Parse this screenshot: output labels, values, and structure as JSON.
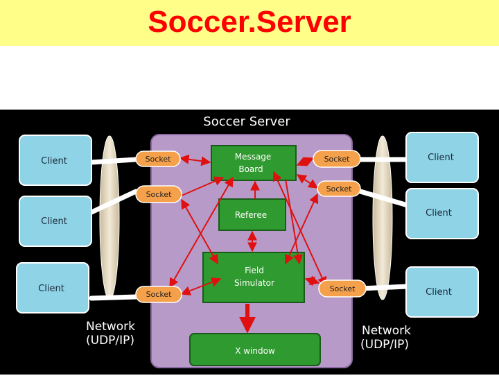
{
  "title": "Soccer.Server",
  "diagram": {
    "server_label": "Soccer Server",
    "clients": [
      "Client",
      "Client",
      "Client",
      "Client",
      "Client",
      "Client"
    ],
    "sockets": [
      "Socket",
      "Socket",
      "Socket",
      "Socket",
      "Socket",
      "Socket"
    ],
    "message_board": [
      "Message",
      "Board"
    ],
    "referee": "Referee",
    "field_simulator": [
      "Field",
      "Simulator"
    ],
    "x_window": "X window",
    "network_left": [
      "Network",
      "(UDP/IP)"
    ],
    "network_right": [
      "Network",
      "(UDP/IP)"
    ]
  },
  "colors": {
    "title_bg": "#fefe88",
    "title_text": "#ff0000",
    "server_bg": "#b79ac8",
    "client_bg": "#8fd3e6",
    "module_bg": "#2f9a2f",
    "socket_bg": "#f5a04a",
    "arrow": "#e01010"
  }
}
